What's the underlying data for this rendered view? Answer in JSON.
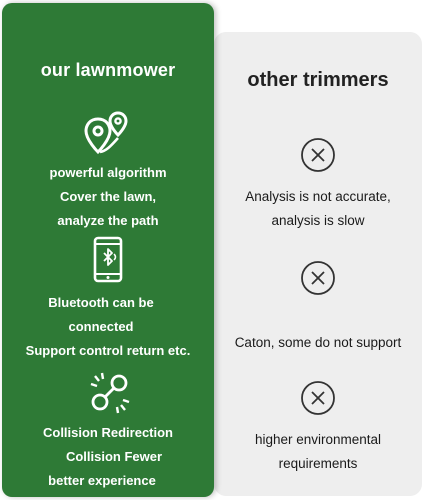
{
  "left": {
    "title": "our lawnmower",
    "features": [
      {
        "icon": "location-pin-icon",
        "lines": [
          "powerful algorithm",
          "Cover the lawn,",
          "analyze the path"
        ]
      },
      {
        "icon": "bluetooth-phone-icon",
        "lines": [
          "Bluetooth can be",
          "connected",
          "Support control return etc."
        ]
      },
      {
        "icon": "collision-icon",
        "lines": [
          "Collision Redirection",
          "Collision Fewer",
          "better experience"
        ]
      }
    ]
  },
  "right": {
    "title": "other trimmers",
    "items": [
      {
        "icon": "x-circle-icon",
        "lines": [
          "Analysis is not accurate,",
          "analysis is slow"
        ]
      },
      {
        "icon": "x-circle-icon",
        "lines": [
          "Caton, some do not support"
        ]
      },
      {
        "icon": "x-circle-icon",
        "lines": [
          "higher environmental",
          "requirements"
        ]
      }
    ]
  },
  "colors": {
    "green": "#2e7a36",
    "panel_gray": "#eeeeee",
    "text_dark": "#1a1a1a"
  }
}
